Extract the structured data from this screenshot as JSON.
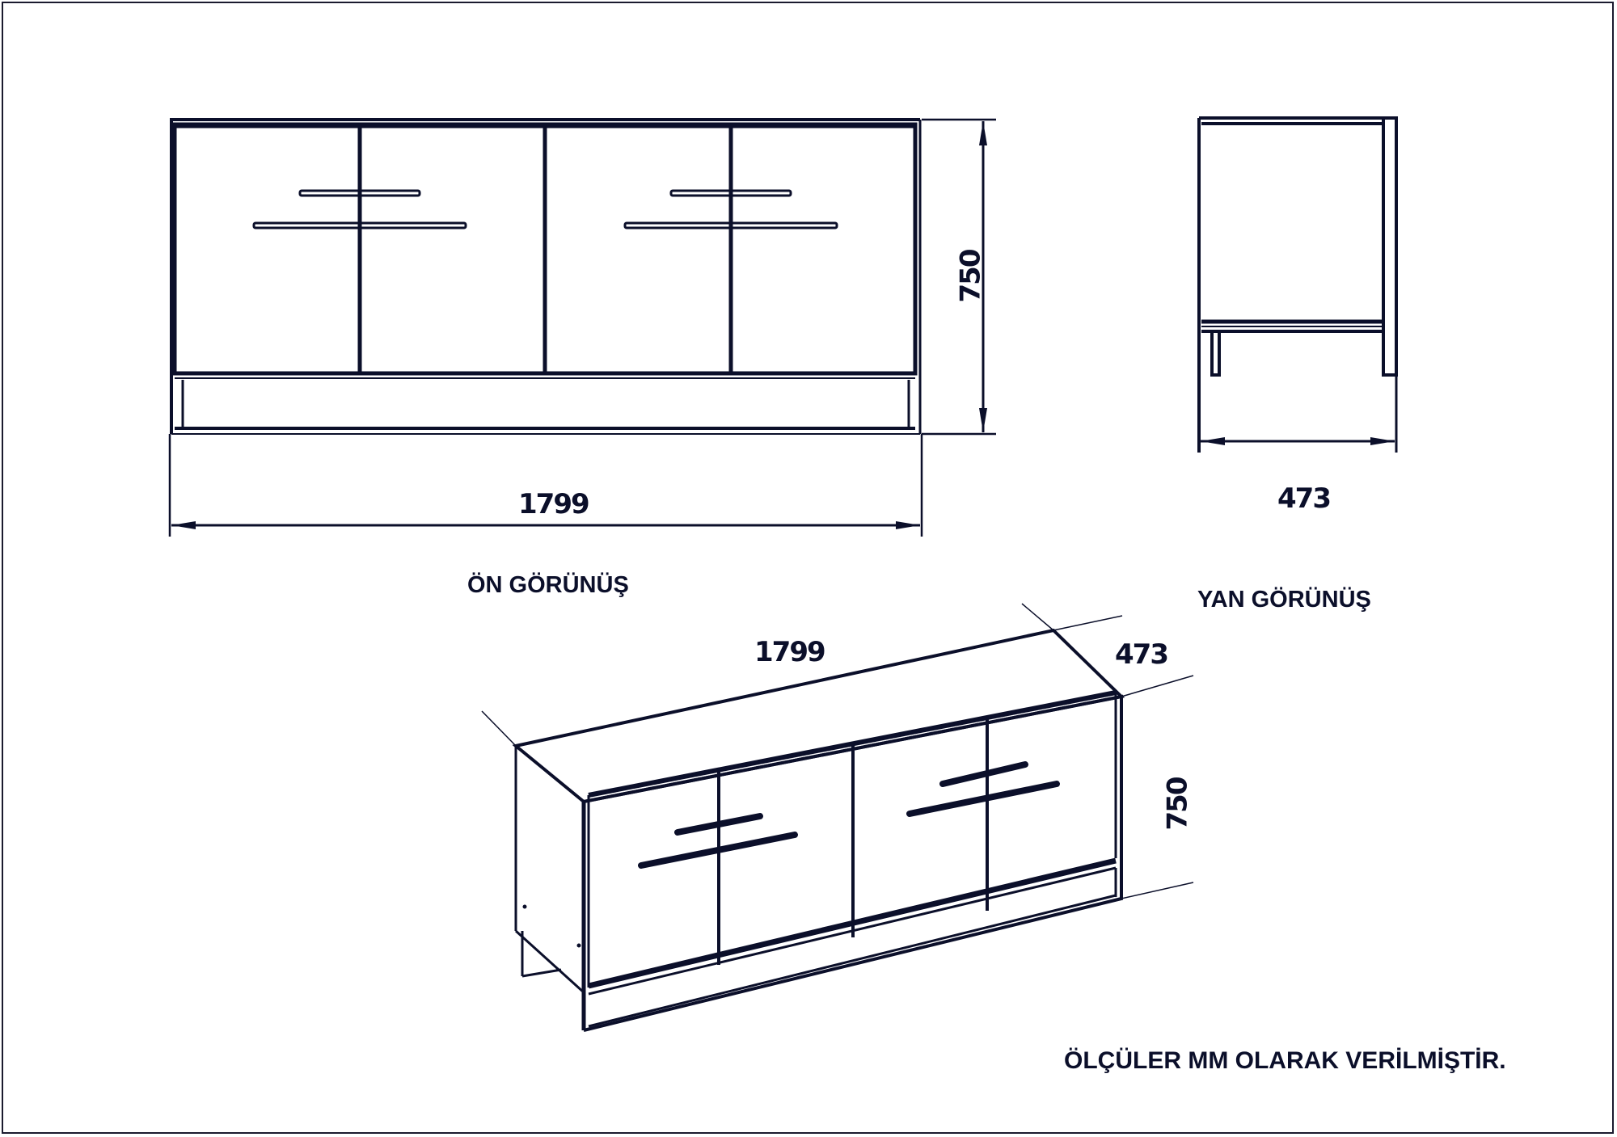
{
  "colors": {
    "line": "#0b0f2a",
    "background": "#ffffff"
  },
  "front_view": {
    "title": "ÖN GÖRÜNÜŞ",
    "width_dim": "1799",
    "height_dim": "750",
    "doors": 4,
    "handles_per_pair": 2
  },
  "side_view": {
    "title": "YAN GÖRÜNÜŞ",
    "depth_dim": "473"
  },
  "iso_view": {
    "width_dim": "1799",
    "depth_dim": "473",
    "height_dim": "750"
  },
  "note": "ÖLÇÜLER MM OLARAK VERİLMİŞTİR."
}
